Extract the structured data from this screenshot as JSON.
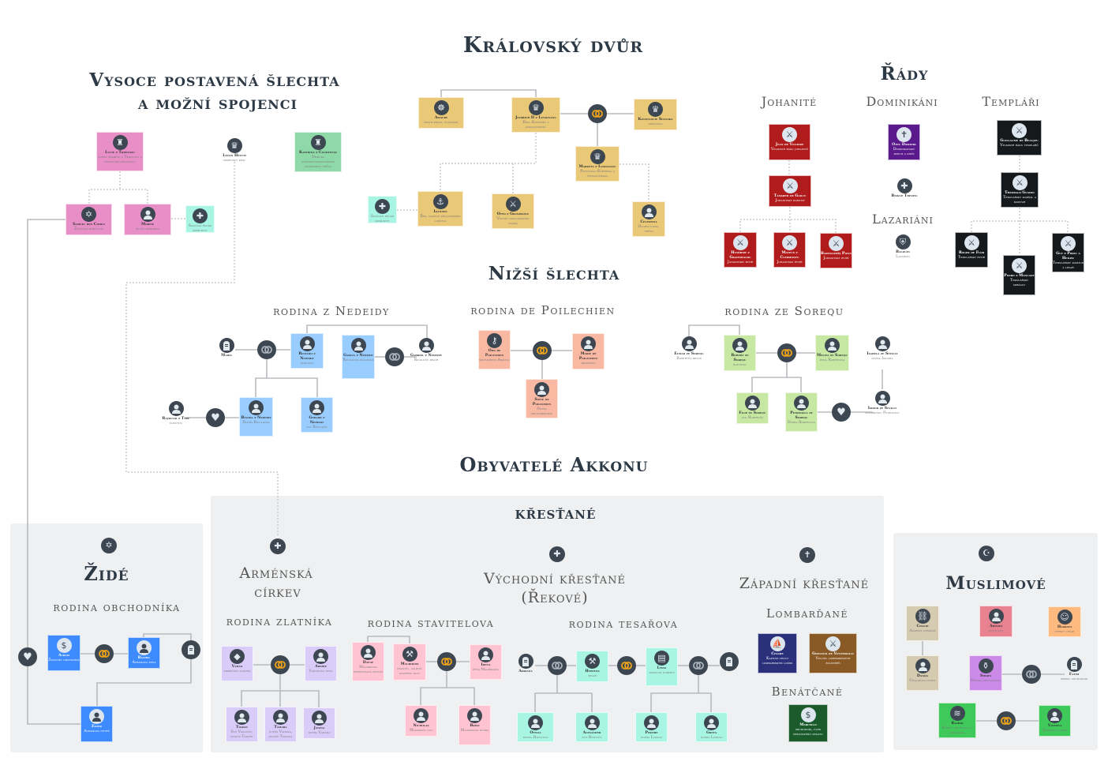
{
  "titles": {
    "royal": "Královský dvůr",
    "nobility_1": "Vysoce postavená šlechta",
    "nobility_2": "a možní spojenci",
    "orders": "Řády",
    "johanite": "Johanité",
    "dominican": "Dominikáni",
    "templar": "Templáři",
    "lazarite": "Lazariáni",
    "lower": "Nižší šlechta",
    "nedeidy": "rodina z Nedeidy",
    "poilechien": "rodina de Poilechien",
    "soreq": "rodina ze Sorequ",
    "inhabitants": "Obyvatelé Akkonu",
    "christians": "křesťané",
    "jews": "Židé",
    "merchant_family": "rodina obchodníka",
    "armenian_1": "Arménská",
    "armenian_2": "církev",
    "goldsmith": "rodina zlatníka",
    "builder": "rodina stavitelova",
    "eastern_1": "Východní křesťané",
    "eastern_2": "(Řekové)",
    "carpenter": "rodina tesařova",
    "western": "Západní křesťané",
    "lombards": "Lombarďané",
    "venetians": "Benátčané",
    "muslims": "Muslimové"
  },
  "colors": {
    "royal": "#e9c878",
    "pink": "#e98fc8",
    "mint": "#8fd9a8",
    "aqua": "#a8f5e3",
    "blue": "#99ccff",
    "salmon": "#f9b8a2",
    "green": "#c6e8a3",
    "jew": "#3d8bff",
    "lavender": "#d9ccf8",
    "rose": "#ffc3d2",
    "red": "#b01c1c",
    "black": "#15191c",
    "purple": "#5b1a8c",
    "navy": "#2b307a",
    "brown": "#8a5a26",
    "dkgreen": "#1b5a2b",
    "tan": "#d5cbb0",
    "rosered": "#e98290",
    "orange": "#ffba7f",
    "violet": "#cb8ae8",
    "lime": "#3fc95b"
  },
  "nodes": [
    {
      "id": "lucie",
      "name": "Lucie z Tripolisu",
      "role": "dcera hraběte z Tripolisu a arménské princezny",
      "icon": "rook-icon",
      "theme": "pink"
    },
    {
      "id": "levon",
      "name": "Levon Hétum",
      "role": "arménský král",
      "icon": "crown-icon",
      "theme": "none"
    },
    {
      "id": "katerina",
      "name": "Kateřina z Courtenay",
      "role": "Dědička konstantinopolského císařského trůnu",
      "icon": "rook-icon",
      "theme": "mint"
    },
    {
      "id": "samuel",
      "name": "Samuel ben Cohen",
      "role": "Židovský bohovník",
      "icon": "star-of-david-icon",
      "theme": "pink"
    },
    {
      "id": "morfie",
      "name": "Morfie",
      "role": "řecká komorná",
      "icon": "person-icon",
      "theme": "pink"
    },
    {
      "id": "greek1",
      "name": "",
      "role": "Součást řecké komunity",
      "icon": "cross-icon",
      "theme": "aqua"
    },
    {
      "id": "amaury",
      "name": "Amaury",
      "role": "bratr krále, konstábl",
      "icon": "ship-wheel-icon",
      "theme": "royal"
    },
    {
      "id": "jindrich",
      "name": "Jindřich II z Lusignanu",
      "role": "Král Kyperský a jeruzalémský",
      "icon": "crown-icon",
      "theme": "royal"
    },
    {
      "id": "konstancie",
      "name": "Konstancie Sicilská",
      "role": "královna",
      "icon": "crown-icon",
      "theme": "royal"
    },
    {
      "id": "marketa",
      "name": "Markéta z Lusignanu",
      "role": "Princezna Kyperská a jeruzalémská",
      "icon": "crown-icon",
      "theme": "royal"
    },
    {
      "id": "greek2",
      "name": "",
      "role": "Součást řecké komunity",
      "icon": "cross-icon",
      "theme": "aqua"
    },
    {
      "id": "ioannes",
      "name": "Ioannes",
      "role": "Řek, kapitán královského loďstva",
      "icon": "anchor-icon",
      "theme": "royal"
    },
    {
      "id": "otto",
      "name": "Otto z Grandsonu",
      "role": "Velitel královského vojska",
      "icon": "sword-icon",
      "theme": "royal"
    },
    {
      "id": "celestina",
      "name": "Celestina",
      "role": "Dvorní dáma, chůva",
      "icon": "person-icon",
      "theme": "royal"
    },
    {
      "id": "jean",
      "name": "Jean de Villiers",
      "role": "Velmistr řádu johanitů",
      "icon": "sword-icon",
      "theme": "red"
    },
    {
      "id": "tankred",
      "name": "Tankred de Gailly",
      "role": "Johanitský komtur",
      "icon": "sword-icon",
      "theme": "red"
    },
    {
      "id": "humbert",
      "name": "Humbert z Graifswaldu",
      "role": "Johanitský rytíř",
      "icon": "sword-icon",
      "theme": "red"
    },
    {
      "id": "mateus",
      "name": "Mateus z Clermontu",
      "role": "Johanitský rytíř",
      "icon": "sword-icon",
      "theme": "red"
    },
    {
      "id": "bartolomej",
      "name": "Bartoloměj Pizan",
      "role": "Johanitský rytíř",
      "icon": "sword-icon",
      "theme": "red"
    },
    {
      "id": "dominik",
      "name": "Otec Dominik",
      "role": "Dominikánský mnich a kněz",
      "icon": "bible-icon",
      "theme": "purple"
    },
    {
      "id": "theofil",
      "name": "Biskup Theofil",
      "role": "",
      "icon": "cross-icon",
      "theme": "none"
    },
    {
      "id": "balduin",
      "name": "Balduin",
      "role": "Lazarián",
      "icon": "shield-icon",
      "theme": "none"
    },
    {
      "id": "guillaume",
      "name": "Guillaume de Beaujeu",
      "role": "Velmistr řádu templářů",
      "icon": "sword-icon",
      "theme": "black"
    },
    {
      "id": "theobald",
      "name": "Theobald Guadin",
      "role": "Templářský maršál a komtur",
      "icon": "sword-icon",
      "theme": "black"
    },
    {
      "id": "roger",
      "name": "Roger de Flor",
      "role": "Templářský rytíř",
      "icon": "sword-icon",
      "theme": "black"
    },
    {
      "id": "pedro",
      "name": "Pedro z Mancady",
      "role": "Templářský seržant",
      "icon": "sword-icon",
      "theme": "black"
    },
    {
      "id": "guy",
      "name": "Guy z Pirou a Heilbu",
      "role": "Templářský komtur a lékař",
      "icon": "sword-icon",
      "theme": "black"
    },
    {
      "id": "maria",
      "name": "Maria",
      "role": "",
      "icon": "tombstone-icon",
      "theme": "none"
    },
    {
      "id": "ricoldo",
      "name": "Ricoldo z Nedeidy",
      "role": "šlechtic",
      "icon": "person-icon",
      "theme": "blue"
    },
    {
      "id": "garcia",
      "name": "Garcia z Nedeidy",
      "role": "Ricoldova švagrová",
      "icon": "person-icon",
      "theme": "blue"
    },
    {
      "id": "gabriel",
      "name": "Gabriel z Nedeidy",
      "role": "Ricoldův bratr",
      "icon": "person-icon",
      "theme": "none"
    },
    {
      "id": "rajmund",
      "name": "Rajmund z Tyru",
      "role": "šlechtic",
      "icon": "person-icon",
      "theme": "none"
    },
    {
      "id": "bianka",
      "name": "Bianka z Nedeidy",
      "role": "Dcera Ricoldova",
      "icon": "person-icon",
      "theme": "blue"
    },
    {
      "id": "gerard",
      "name": "Gerard z Nedeidy",
      "role": "syn Ricoldův",
      "icon": "person-icon",
      "theme": "blue"
    },
    {
      "id": "odo",
      "name": "Odo de Poilechien",
      "role": "místodržící Akkonu",
      "icon": "keys-icon",
      "theme": "salmon"
    },
    {
      "id": "marie",
      "name": "Marie de Poilechien",
      "role": "hraběnka",
      "icon": "person-icon",
      "theme": "salmon"
    },
    {
      "id": "sofie",
      "name": "Sofie de Poilechien",
      "role": "Dcera místodržícího",
      "icon": "person-icon",
      "theme": "salmon"
    },
    {
      "id": "elmar",
      "name": "Elmar ze Sorequ",
      "role": "Robertův bratr",
      "icon": "person-icon",
      "theme": "none"
    },
    {
      "id": "robert",
      "name": "Robert ze Sorequ",
      "role": "šlechtic",
      "icon": "person-icon",
      "theme": "green"
    },
    {
      "id": "melita",
      "name": "Melita ze Sorequ",
      "role": "žena Robertova",
      "icon": "person-icon",
      "theme": "green"
    },
    {
      "id": "isabela",
      "name": "Isabela ze Sevilly",
      "role": "matka Isidora",
      "icon": "person-icon",
      "theme": "none"
    },
    {
      "id": "filip",
      "name": "Filip ze Sorequ",
      "role": "syn Robertův",
      "icon": "person-icon",
      "theme": "green"
    },
    {
      "id": "petronela",
      "name": "Petronela ze Sorequ",
      "role": "Dcera Robertova",
      "icon": "person-icon",
      "theme": "green"
    },
    {
      "id": "isidor",
      "name": "Isidor ze Sevilly",
      "role": "snoubenec Petronely",
      "icon": "person-icon",
      "theme": "none"
    },
    {
      "id": "avram",
      "name": "Avram",
      "role": "Židovský obchodník",
      "icon": "money-bag-icon",
      "theme": "jew"
    },
    {
      "id": "rachel",
      "name": "Ráchel",
      "role": "Avramova žena",
      "icon": "person-icon",
      "theme": "jew"
    },
    {
      "id": "ester",
      "name": "Ester",
      "role": "Avramova neteř",
      "icon": "person-icon",
      "theme": "jew"
    },
    {
      "id": "vahan",
      "name": "Vahan",
      "role": "arménský zlatník",
      "icon": "gem-icon",
      "theme": "lavender"
    },
    {
      "id": "arshie",
      "name": "Arshie",
      "role": "Vahanova žena",
      "icon": "person-icon",
      "theme": "lavender"
    },
    {
      "id": "tigran",
      "name": "Tigran",
      "role": "Syn Vahanův, dvojče Tamary",
      "icon": "person-icon",
      "theme": "lavender"
    },
    {
      "id": "tamara",
      "name": "Tamara",
      "role": "dcera Vahana, dvojče Tigrana",
      "icon": "person-icon",
      "theme": "lavender"
    },
    {
      "id": "janina",
      "name": "Janina",
      "role": "dcera Vahana",
      "icon": "person-icon",
      "theme": "lavender"
    },
    {
      "id": "dafne",
      "name": "Dafné",
      "role": "Maurikiova neprovdaná sestra",
      "icon": "person-icon",
      "theme": "rose"
    },
    {
      "id": "maurikios",
      "name": "Maurikios",
      "role": "stavitel, majitel stavební huti",
      "icon": "hammer-icon",
      "theme": "rose"
    },
    {
      "id": "irena",
      "name": "Irena",
      "role": "žena Maurikiova",
      "icon": "person-icon",
      "theme": "rose"
    },
    {
      "id": "nicholas",
      "name": "Nicholas",
      "role": "Maurikiův syn",
      "icon": "person-icon",
      "theme": "rose"
    },
    {
      "id": "brise",
      "name": "Bríse",
      "role": "Maurikiova dcera",
      "icon": "person-icon",
      "theme": "rose"
    },
    {
      "id": "adriana",
      "name": "Adriana",
      "role": "",
      "icon": "tombstone-icon",
      "theme": "none"
    },
    {
      "id": "hypotos",
      "name": "Hypotos",
      "role": "tesař",
      "icon": "mallet-icon",
      "theme": "aqua"
    },
    {
      "id": "lydia",
      "name": "Lydia",
      "role": "tradiční kobercí",
      "icon": "document-icon",
      "theme": "aqua"
    },
    {
      "id": "ofelia",
      "name": "Ofelia",
      "role": "dcera Hypotova",
      "icon": "person-icon",
      "theme": "aqua"
    },
    {
      "id": "alexander",
      "name": "Alexander",
      "role": "syn Hypotův",
      "icon": "person-icon",
      "theme": "aqua"
    },
    {
      "id": "phoebe",
      "name": "Phoebe",
      "role": "dcera Lydiina",
      "icon": "person-icon",
      "theme": "aqua"
    },
    {
      "id": "greta",
      "name": "Greta",
      "role": "dcera Lydiina",
      "icon": "person-icon",
      "theme": "aqua"
    },
    {
      "id": "cesare",
      "name": "Cesare",
      "role": "Kapitán velící lombardským loďím",
      "icon": "ship-icon",
      "theme": "navy"
    },
    {
      "id": "giovanni",
      "name": "Giovanni de Ventimiglia",
      "role": "Velitel lombardských žoldnéřů",
      "icon": "sword-icon",
      "theme": "brown"
    },
    {
      "id": "marcello",
      "name": "Marcello",
      "role": "obchodník, člen benátského senátu",
      "icon": "money-bag-icon",
      "theme": "dkgreen"
    },
    {
      "id": "chalid",
      "name": "Chalid",
      "role": "Arabský otrokář",
      "icon": "chain-icon",
      "theme": "tan"
    },
    {
      "id": "ahmadi",
      "name": "Ahmadi",
      "role": "kurtizána",
      "icon": "person-icon",
      "theme": "rosered"
    },
    {
      "id": "hadrata",
      "name": "Hadrata",
      "role": "perský lékař",
      "icon": "bearded-man-icon",
      "theme": "orange"
    },
    {
      "id": "danija",
      "name": "Danija",
      "role": "Chalidova dcera",
      "icon": "person-icon",
      "theme": "tan"
    },
    {
      "id": "shirin",
      "name": "Shirin",
      "role": "Perská obchodnice",
      "icon": "vase-icon",
      "theme": "violet"
    },
    {
      "id": "fatim",
      "name": "Fatim",
      "role": "perský obchodník",
      "icon": "tombstone-icon",
      "theme": "none"
    },
    {
      "id": "rashid",
      "name": "Rashid",
      "role": "Perský obchodník s hedvábím",
      "icon": "silk-icon",
      "theme": "lime"
    },
    {
      "id": "yasmina",
      "name": "Yasmina",
      "role": "Rashidova žena",
      "icon": "person-icon",
      "theme": "lime"
    }
  ]
}
